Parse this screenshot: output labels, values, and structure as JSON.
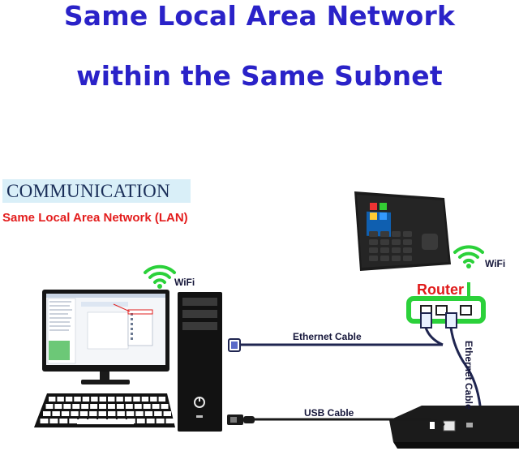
{
  "header": {
    "title_line1": "Same Local Area Network",
    "title_line2": "within the Same Subnet"
  },
  "section": {
    "heading": "COMMUNICATION",
    "subheading": "Same Local Area Network (LAN)"
  },
  "labels": {
    "wifi_computer": "WiFi",
    "wifi_router": "WiFi",
    "router": "Router",
    "ethernet_cable_h": "Ethernet Cable",
    "ethernet_cable_v": "Ethernet Cable",
    "usb_cable": "USB Cable"
  },
  "colors": {
    "title": "#2a22c8",
    "lan_text": "#e31d1d",
    "router_label": "#e01a1a",
    "wifi_icon": "#2bd13a",
    "router_green": "#2bd13a",
    "cable_navy": "#1f2550"
  },
  "icons": [
    "wifi-icon",
    "desktop-computer",
    "time-attendance-terminal",
    "router",
    "network-switch-box",
    "usb-plug",
    "ethernet-plug"
  ]
}
